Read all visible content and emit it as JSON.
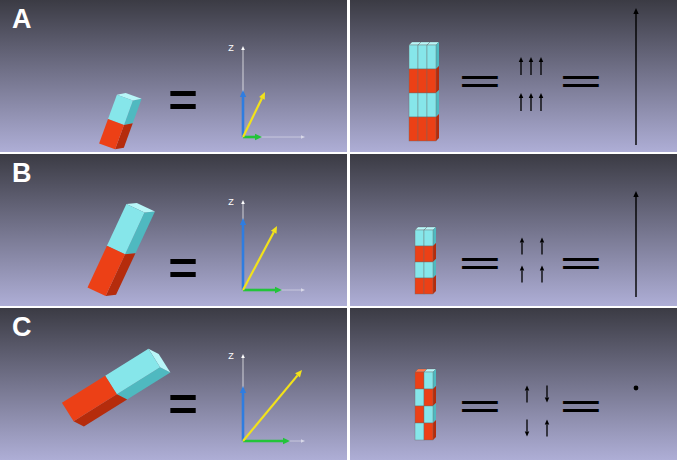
{
  "diagram": {
    "labels": [
      "A",
      "Z",
      "=",
      "=",
      "=",
      "B",
      "Z",
      "=",
      "=",
      "=",
      "C",
      "Z",
      "=",
      "=",
      "="
    ]
  }
}
